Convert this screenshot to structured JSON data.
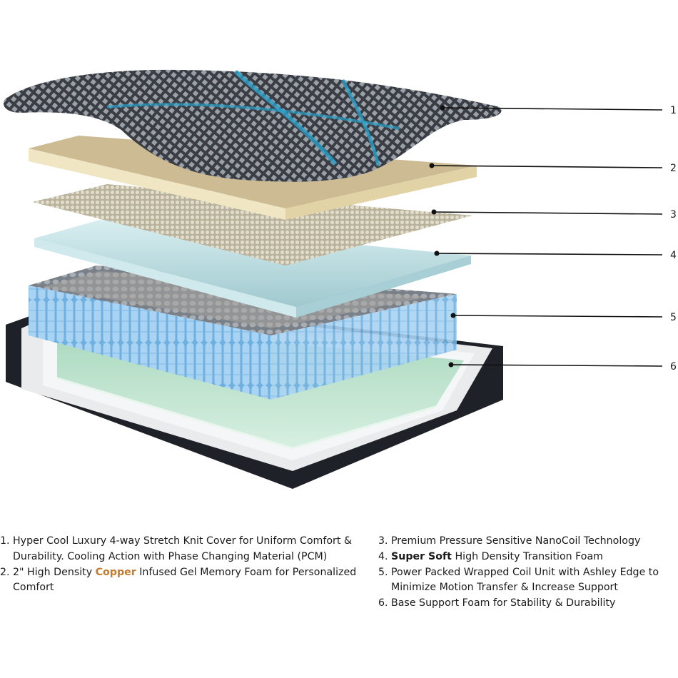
{
  "callouts": [
    "1",
    "2",
    "3",
    "4",
    "5",
    "6"
  ],
  "legend": {
    "left": [
      {
        "num": "1.",
        "text": "Hyper Cool Luxury 4-way Stretch Knit Cover for Uniform Comfort & Durability. Cooling Action with Phase Changing Material (PCM)"
      },
      {
        "num": "2.",
        "pre": "2\" High Density ",
        "highlight": "Copper",
        "post": " Infused Gel Memory Foam for Personalized Comfort"
      }
    ],
    "right": [
      {
        "num": "3.",
        "text": "Premium Pressure Sensitive NanoCoil Technology"
      },
      {
        "num": "4.",
        "bold": "Super Soft",
        "post": " High Density Transition Foam"
      },
      {
        "num": "5.",
        "text": "Power Packed Wrapped Coil Unit with Ashley Edge to Minimize Motion Transfer & Increase Support"
      },
      {
        "num": "6.",
        "text": "Base Support Foam for Stability & Durability"
      }
    ]
  },
  "colors": {
    "cover_dark": "#2b2d33",
    "cover_accent": "#2aa0c8",
    "memory_foam": "#e6d7ae",
    "nanocoil": "#cfc8b4",
    "transition_foam": "#b9dde2",
    "coil_blue": "#8ec4ec",
    "base_foam": "#bfe6cf",
    "base_shell": "#1f2128",
    "highlight_copper": "#c57a2c"
  }
}
